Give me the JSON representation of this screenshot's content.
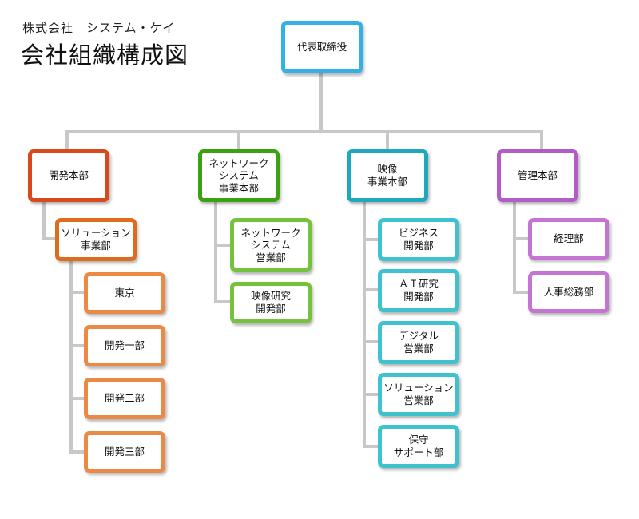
{
  "header": {
    "company": "株式会社　システム・ケイ",
    "title": "会社組織構成図"
  },
  "colors": {
    "connector": "#c8c8c8",
    "top": "#33b0e6",
    "development": "#d84a1b",
    "network": "#3aa212",
    "video": "#1ea8be",
    "management": "#b25cc8"
  },
  "org": {
    "ceo": "代表取締役",
    "development": {
      "head": "開発本部",
      "solution": "ソリューション\n事業部",
      "units": [
        "東京",
        "開発一部",
        "開発二部",
        "開発三部"
      ]
    },
    "network": {
      "head": "ネットワーク\nシステム\n事業本部",
      "units": [
        "ネットワーク\nシステム\n営業部",
        "映像研究\n開発部"
      ]
    },
    "video": {
      "head": "映像\n事業本部",
      "units": [
        "ビジネス\n開発部",
        "ＡＩ研究\n開発部",
        "デジタル\n営業部",
        "ソリューション\n営業部",
        "保守\nサポート部"
      ]
    },
    "management": {
      "head": "管理本部",
      "units": [
        "経理部",
        "人事総務部"
      ]
    }
  }
}
